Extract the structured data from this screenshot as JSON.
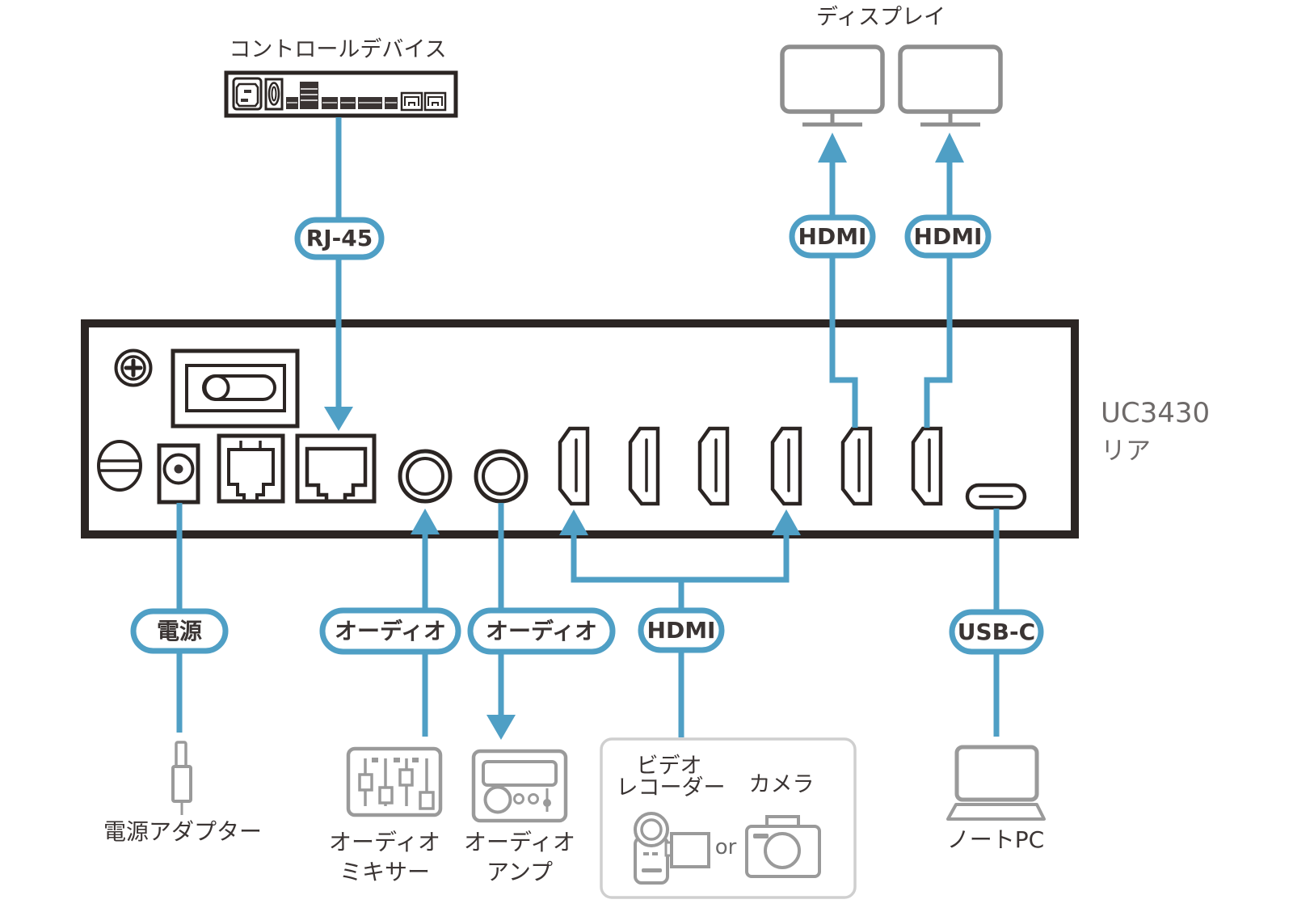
{
  "labels": {
    "control_device": "コントロールデバイス",
    "display": "ディスプレイ",
    "model_line1": "UC3430",
    "model_line2": "リア",
    "power_adapter": "電源アダプター",
    "audio_mixer_line1": "オーディオ",
    "audio_mixer_line2": "ミキサー",
    "audio_amp_line1": "オーディオ",
    "audio_amp_line2": "アンプ",
    "video_recorder_line1": "ビデオ",
    "video_recorder_line2": "レコーダー",
    "camera": "カメラ",
    "or_text": "or",
    "laptop": "ノートPC"
  },
  "connectors": {
    "rj45": "RJ-45",
    "hdmi_out_left": "HDMI",
    "hdmi_out_right": "HDMI",
    "power": "電源",
    "audio_in": "オーディオ",
    "audio_out": "オーディオ",
    "hdmi_in": "HDMI",
    "usb_c": "USB-C"
  },
  "icons": [
    "control-device-rear-icon",
    "display-monitor-icon",
    "phillips-screw-icon",
    "ground-screw-icon",
    "power-switch-icon",
    "dc-power-jack-icon",
    "rj11-port-icon",
    "rj45-port-icon",
    "audio-jack-icon",
    "hdmi-port-icon",
    "usbc-port-icon",
    "power-plug-icon",
    "audio-mixer-icon",
    "audio-amplifier-icon",
    "camcorder-icon",
    "camera-icon",
    "laptop-icon",
    "arrow-icon"
  ],
  "colors": {
    "connection_blue": "#4F9FC5",
    "outline_dark": "#2B2523",
    "icon_gray": "#9A9A9A",
    "monitor_gray": "#8E8E8E",
    "text_dark": "#3A3433",
    "model_text_gray": "#6E6A69",
    "source_box_border": "#CFCFCF"
  }
}
